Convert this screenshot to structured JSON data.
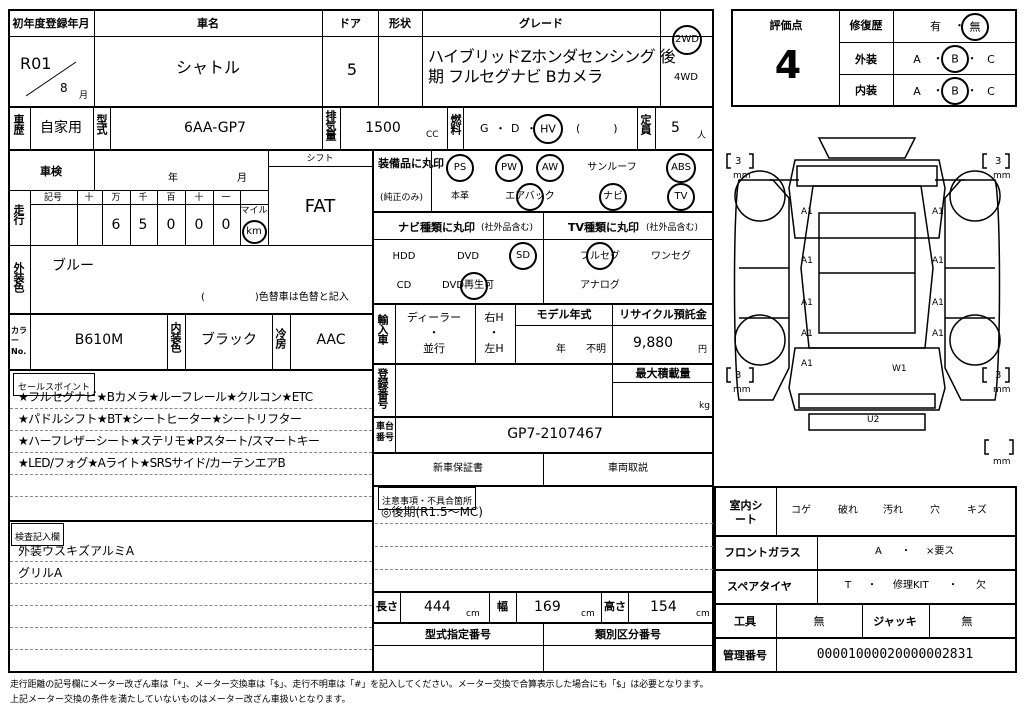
{
  "header": {
    "first_reg_label": "初年度登録年月",
    "first_reg_era": "R01",
    "first_reg_month": "8",
    "month_unit": "月",
    "car_name_label": "車名",
    "car_name": "シャトル",
    "doors_label": "ドア",
    "doors": "5",
    "shape_label": "形状",
    "grade_label": "グレード",
    "grade_line1": "ハイブリッドZホンダセンシング 後",
    "grade_line2": "期 フルセグナビ Bカメラ",
    "drive_2wd": "2WD",
    "drive_4wd": "4WD"
  },
  "row2": {
    "reg_type_label": "車歴",
    "reg_type": "自家用",
    "model_label": "型式",
    "model": "6AA-GP7",
    "displacement_label": "排気量",
    "displacement": "1500",
    "cc": "CC",
    "fuel_label": "燃料",
    "fuel_g": "G",
    "fuel_d": "D",
    "fuel_hv": "HV",
    "fuel_paren": "(　　　)",
    "dot": "・",
    "capacity_label": "定員",
    "capacity": "5",
    "person_unit": "人"
  },
  "inspection": {
    "shaken_label": "車検",
    "year_unit": "年",
    "month_unit": "月",
    "shift_label": "シフト",
    "shift": "FAT",
    "mileage_label": "走行",
    "symbol_label": "記号",
    "digit_headers": [
      "十",
      "万",
      "千",
      "百",
      "十",
      "一"
    ],
    "digits": [
      "",
      "6",
      "5",
      "0",
      "0",
      "0"
    ],
    "mile_label": "マイル",
    "km_label": "km"
  },
  "exterior": {
    "label": "外装色",
    "color": "ブルー",
    "note": "(　　　　　)色替車は色替と記入"
  },
  "color_row": {
    "color_no_label": "カラーNo.",
    "color_no": "B610M",
    "interior_label": "内装色",
    "interior": "ブラック",
    "ac_label": "冷房",
    "ac": "AAC"
  },
  "sales_points": {
    "label": "セールスポイント",
    "lines": [
      "★フルセグナビ★Bカメラ★ルーフレール★クルコン★ETC",
      "★パドルシフト★BT★シートヒーター★シートリフター",
      "★ハーフレザーシート★ステリモ★Pスタート/スマートキー",
      "★LED/フォグ★Aライト★SRSサイド/カーテンエアB"
    ]
  },
  "inspector_notes": {
    "label": "検査記入欄",
    "lines": [
      "外装ウスキズアルミA",
      "グリルA"
    ]
  },
  "equipment": {
    "label": "装備品に丸印",
    "sub": "(純正のみ)",
    "items_row1": [
      "PS",
      "PW",
      "AW",
      "サンルーフ",
      "ABS"
    ],
    "items_row2": [
      "本革",
      "エアバック",
      "ナビ",
      "TV"
    ]
  },
  "navi": {
    "label": "ナビ種類に丸印",
    "sub": "(社外品含む)",
    "items": [
      "HDD",
      "DVD",
      "SD",
      "CD",
      "DVD再生可"
    ]
  },
  "tv": {
    "label": "TV種類に丸印",
    "sub": "(社外品含む)",
    "items": [
      "フルセグ",
      "ワンセグ",
      "アナログ"
    ]
  },
  "import": {
    "label": "輸入車",
    "dealer": "ディーラー",
    "dot": "・",
    "parallel": "並行",
    "right_h": "右H",
    "left_h": "左H",
    "model_year_label": "モデル年式",
    "year_unit": "年",
    "unknown": "不明",
    "recycle_label": "リサイクル預託金",
    "recycle": "9,880",
    "yen": "円"
  },
  "registration": {
    "reg_no_label": "登録番号",
    "max_load_label": "最大積載量",
    "kg": "kg",
    "chassis_label": "車台番号",
    "chassis": "GP7-2107467",
    "warranty": "新車保証書",
    "manual": "車両取説"
  },
  "notices": {
    "label": "注意事項・不具合箇所",
    "line1": "◎後期(R1.5〜MC)"
  },
  "dims": {
    "length_label": "長さ",
    "length": "444",
    "width_label": "幅",
    "width": "169",
    "height_label": "高さ",
    "height": "154",
    "cm": "cm",
    "type_designation_label": "型式指定番号",
    "category_label": "類別区分番号"
  },
  "grade_box": {
    "score_label": "評価点",
    "score": "4",
    "repair_label": "修復歴",
    "repair_yes": "有",
    "repair_no": "無",
    "exterior_label": "外装",
    "interior_label": "内装",
    "abc": [
      "A",
      "B",
      "C"
    ]
  },
  "diagram": {
    "mm": "mm",
    "depth": "3",
    "marks": [
      "A1",
      "A1",
      "A1",
      "A1",
      "A1",
      "A1",
      "A1",
      "A1",
      "A1",
      "W1",
      "U2"
    ]
  },
  "condition": {
    "interior_sheet_label": "室内シート",
    "sheet_items": [
      "コゲ",
      "破れ",
      "汚れ",
      "穴",
      "キズ"
    ],
    "front_glass_label": "フロントガラス",
    "front_glass": [
      "A",
      "・",
      "×要ス"
    ],
    "spare_label": "スペアタイヤ",
    "spare": [
      "T",
      "・",
      "修理KIT",
      "・",
      "欠"
    ],
    "tools_label": "工具",
    "tools": "無",
    "jack_label": "ジャッキ",
    "jack": "無",
    "mgmt_label": "管理番号",
    "mgmt": "00001000020000002831"
  },
  "footer": {
    "line1": "走行距離の記号欄にメーター改ざん車は「*」、メーター交換車は「$」、走行不明車は「#」を記入してください。メーター交換で合算表示した場合にも「$」は必要となります。",
    "line2": "上記メーター交換の条件を満たしていないものはメーター改ざん車扱いとなります。"
  }
}
